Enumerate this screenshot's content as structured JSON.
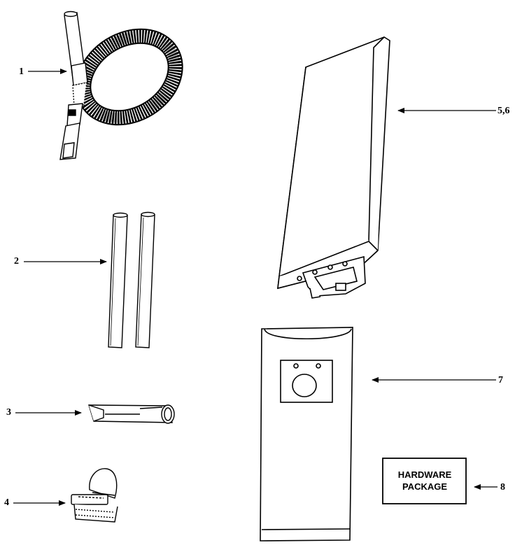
{
  "callouts": {
    "c1": "1",
    "c2": "2",
    "c3": "3",
    "c4": "4",
    "c56": "5,6",
    "c7": "7",
    "c8": "8"
  },
  "hardware": {
    "line1": "HARDWARE",
    "line2": "PACKAGE"
  }
}
